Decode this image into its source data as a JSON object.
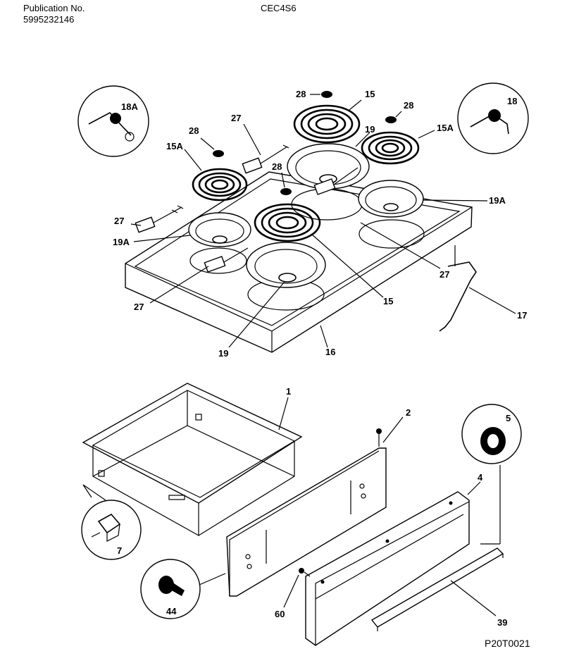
{
  "header": {
    "publication_label": "Publication No.",
    "publication_number": "5995232146",
    "model": "CEC4S6"
  },
  "diagram_code": "P20T0021",
  "callouts": {
    "c1": "1",
    "c2": "2",
    "c4": "4",
    "c5": "5",
    "c7": "7",
    "c15a": "15",
    "c15b": "15",
    "c15A_left": "15A",
    "c15A_right": "15A",
    "c16": "16",
    "c17": "17",
    "c18": "18",
    "c18A": "18A",
    "c19a": "19",
    "c19b": "19",
    "c19A_left": "19A",
    "c19A_right": "19A",
    "c27a": "27",
    "c27b": "27",
    "c27c": "27",
    "c27d": "27",
    "c28a": "28",
    "c28b": "28",
    "c28c": "28",
    "c28d": "28",
    "c39": "39",
    "c44": "44",
    "c60": "60"
  }
}
